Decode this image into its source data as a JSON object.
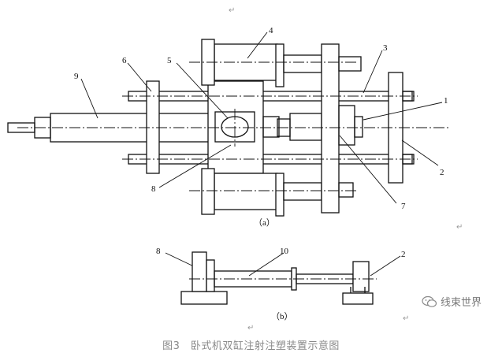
{
  "part_labels": {
    "p1": "1",
    "p2": "2",
    "p3": "3",
    "p4": "4",
    "p5": "5",
    "p6": "6",
    "p7": "7",
    "p8": "8",
    "p9": "9",
    "p10": "10"
  },
  "sub_a": "（a）",
  "sub_b": "（b）",
  "para_mark": "↵",
  "caption": "图3　卧式机双缸注射注塑装置示意图",
  "watermark": "线束世界",
  "watermark_icon": "wechat-logo"
}
